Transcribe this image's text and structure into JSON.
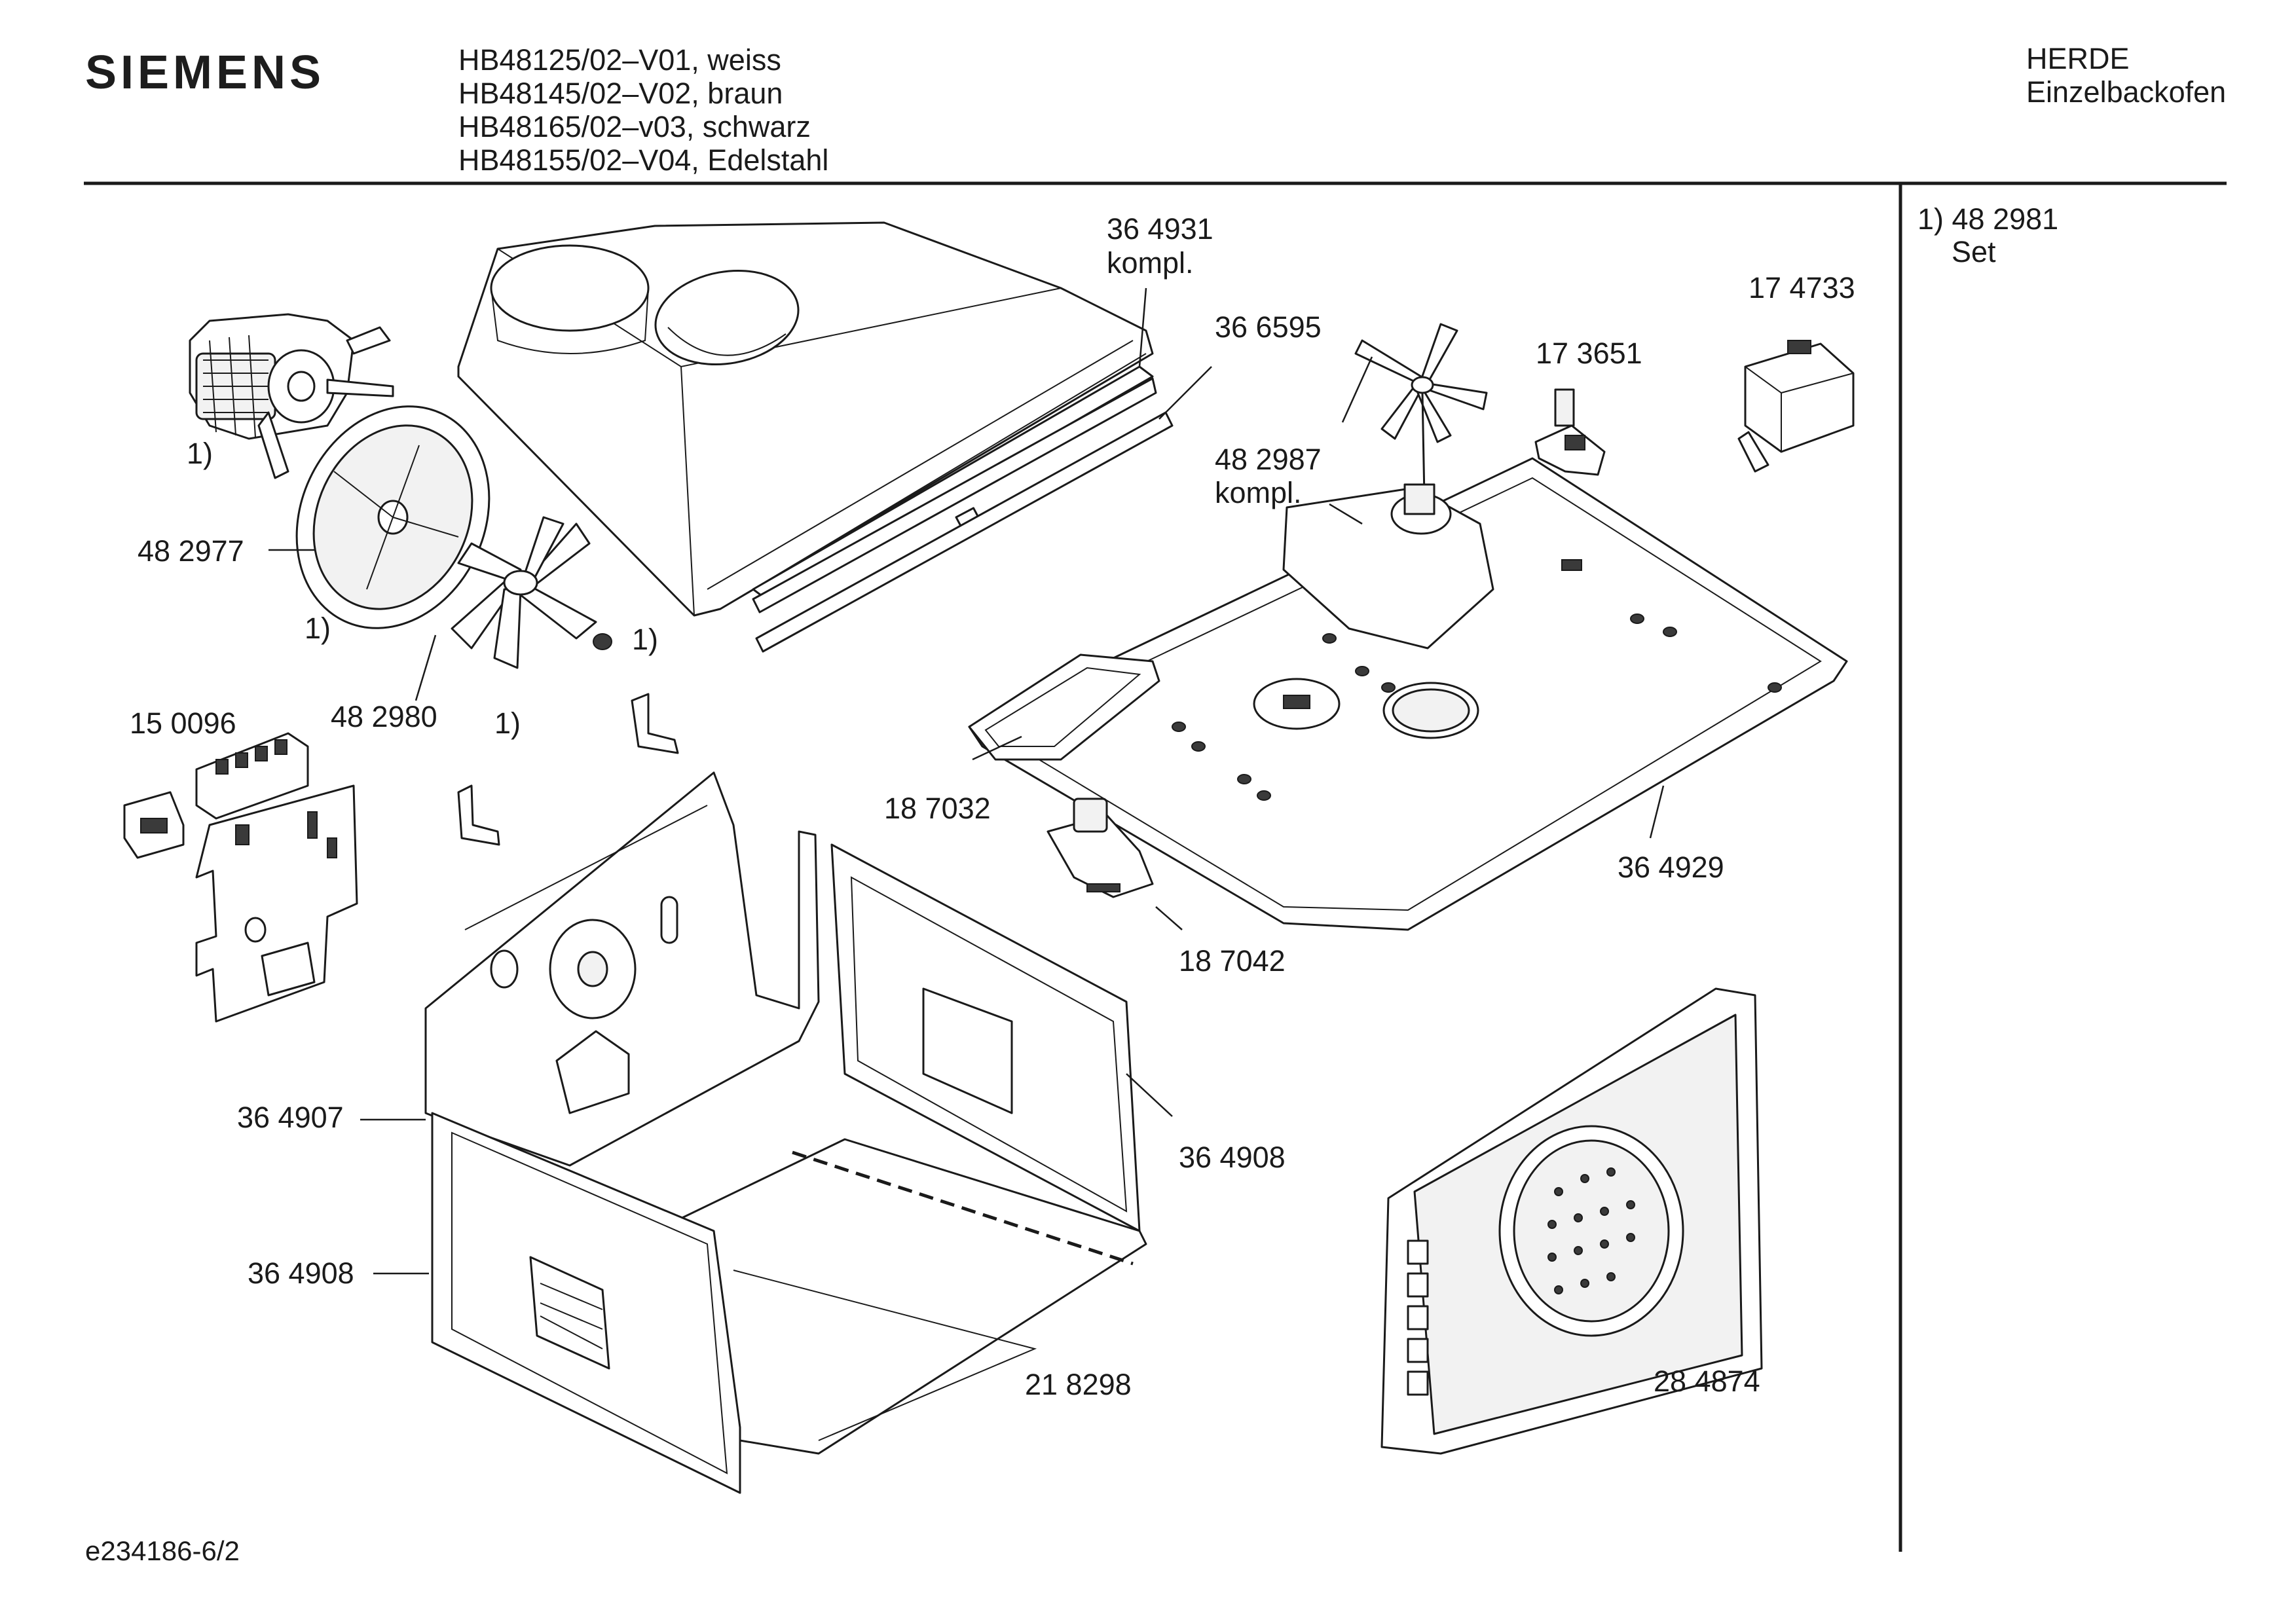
{
  "header": {
    "brand": "SIEMENS",
    "models": [
      "HB48125/02–V01, weiss",
      "HB48145/02–V02, braun",
      "HB48165/02–v03, schwarz",
      "HB48155/02–V04, Edelstahl"
    ],
    "category": [
      "HERDE",
      "Einzelbackofen"
    ]
  },
  "note": {
    "ref": "1) 48 2981",
    "set": "Set"
  },
  "labels": {
    "p364931": "36 4931",
    "p364931b": "kompl.",
    "p366595": "36 6595",
    "p174733": "17 4733",
    "p173651": "17 3651",
    "p482987": "48 2987",
    "p482987b": "kompl.",
    "ref1a": "1)",
    "p482977": "48 2977",
    "ref1b": "1)",
    "ref1c": "1)",
    "p482980": "48 2980",
    "ref1d": "1)",
    "p150096": "15 0096",
    "p187032": "18 7032",
    "p364929": "36 4929",
    "p187042": "18 7042",
    "p364907": "36 4907",
    "p364908a": "36 4908",
    "p364908b": "36 4908",
    "p218298": "21 8298",
    "p284874": "28 4874"
  },
  "footer": {
    "code": "e234186-6/2"
  }
}
